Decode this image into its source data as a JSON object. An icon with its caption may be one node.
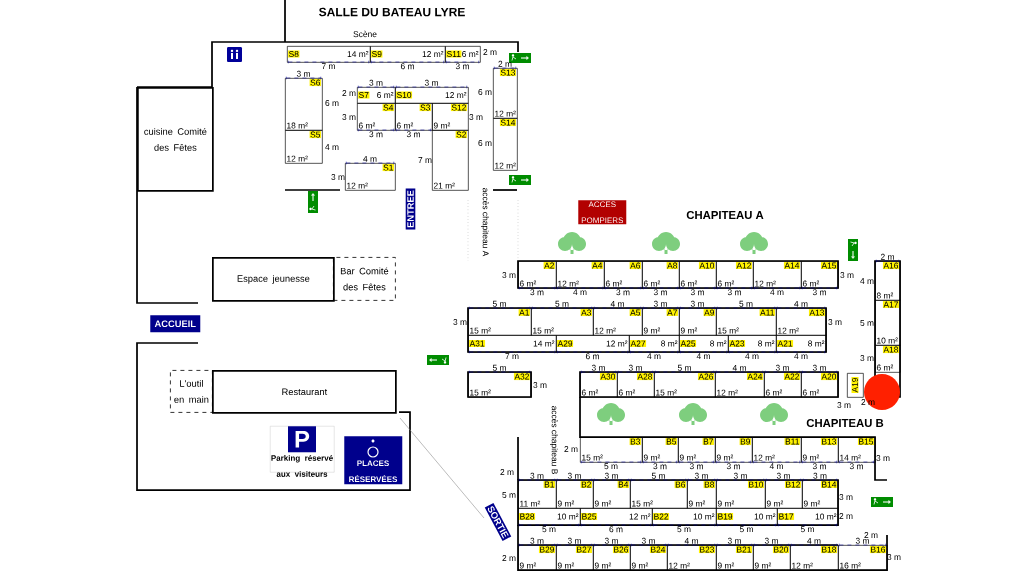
{
  "diagram": {
    "title": "SALLE DU BATEAU LYRE",
    "nodes": [
      {
        "text": [
          "S8",
          "14 m²"
        ],
        "beside": [
          "7 m"
        ]
      },
      {
        "text": [
          "S9",
          "12 m²"
        ],
        "beside": [
          "6 m"
        ]
      },
      {
        "text": [
          "S11",
          "6 m²"
        ],
        "beside": [
          "3 m"
        ]
      },
      {
        "text": [
          "S6",
          "18 m²"
        ],
        "beside": [
          "3 m"
        ]
      },
      {
        "text": [
          "S5",
          "12 m²"
        ]
      },
      {
        "text": [
          "S7",
          "6 m²"
        ],
        "beside": [
          "3 m"
        ]
      },
      {
        "text": [
          "S10",
          "12 m²"
        ],
        "beside": [
          "3 m"
        ]
      },
      {
        "text": [
          "S4",
          "6 m²"
        ],
        "beside": [
          "3 m"
        ]
      },
      {
        "text": [
          "S3",
          "6 m²"
        ],
        "beside": [
          "3 m"
        ]
      },
      {
        "text": [
          "S12",
          "9 m²"
        ]
      },
      {
        "text": [
          "S2",
          "21 m²"
        ]
      },
      {
        "text": [
          "S1",
          "12 m²"
        ],
        "beside": [
          "4 m"
        ]
      },
      {
        "text": [
          "S13",
          "12 m²"
        ],
        "beside": [
          "2 m"
        ]
      },
      {
        "text": [
          "S14",
          "12 m²"
        ]
      },
      {
        "text": [
          "cuisine Comité des Fêtes"
        ]
      },
      {
        "text": [
          "Espace jeunesse"
        ]
      },
      {
        "text": [
          "Bar Comité des Fêtes"
        ]
      },
      {
        "text": [
          "L'outil en main"
        ]
      },
      {
        "text": [
          "Restaurant"
        ]
      },
      {
        "text": [
          "ACCUEIL"
        ]
      },
      {
        "text": [
          "ENTREE"
        ]
      },
      {
        "text": [
          "SORTIE"
        ]
      },
      {
        "text": [
          "ACCES POMPIERS"
        ]
      },
      {
        "text": [
          "P",
          "Parking réservé aux visiteurs"
        ]
      },
      {
        "text": [
          "PLACES RÉSERVÉES"
        ]
      },
      {
        "text": [
          "A2",
          "6 m²"
        ],
        "beside": [
          "3 m"
        ]
      },
      {
        "text": [
          "A4",
          "12 m²"
        ],
        "beside": [
          "4 m"
        ]
      },
      {
        "text": [
          "A6",
          "6 m²"
        ],
        "beside": [
          "3 m"
        ]
      },
      {
        "text": [
          "A8",
          "6 m²"
        ],
        "beside": [
          "3 m"
        ]
      },
      {
        "text": [
          "A10",
          "6 m²"
        ],
        "beside": [
          "3 m"
        ]
      },
      {
        "text": [
          "A12",
          "6 m²"
        ],
        "beside": [
          "3 m"
        ]
      },
      {
        "text": [
          "A14",
          "12 m²"
        ],
        "beside": [
          "4 m"
        ]
      },
      {
        "text": [
          "A15",
          "6 m²"
        ],
        "beside": [
          "3 m"
        ]
      },
      {
        "text": [
          "A1",
          "15 m²"
        ],
        "beside": [
          "5 m"
        ]
      },
      {
        "text": [
          "A3",
          "15 m²"
        ],
        "beside": [
          "5 m"
        ]
      },
      {
        "text": [
          "A5",
          "12 m²"
        ],
        "beside": [
          "4 m"
        ]
      },
      {
        "text": [
          "A7",
          "9 m²"
        ],
        "beside": [
          "3 m"
        ]
      },
      {
        "text": [
          "A9",
          "9 m²"
        ],
        "beside": [
          "3 m"
        ]
      },
      {
        "text": [
          "A11",
          "15 m²"
        ],
        "beside": [
          "5 m"
        ]
      },
      {
        "text": [
          "A13",
          "12 m²"
        ],
        "beside": [
          "4 m"
        ]
      },
      {
        "text": [
          "A31",
          "14 m²"
        ],
        "beside": [
          "7 m"
        ]
      },
      {
        "text": [
          "A29",
          "12 m²"
        ],
        "beside": [
          "6 m"
        ]
      },
      {
        "text": [
          "A27",
          "8 m²"
        ],
        "beside": [
          "4 m"
        ]
      },
      {
        "text": [
          "A25",
          "8 m²"
        ],
        "beside": [
          "4 m"
        ]
      },
      {
        "text": [
          "A23",
          "8 m²"
        ],
        "beside": [
          "4 m"
        ]
      },
      {
        "text": [
          "A21",
          "8 m²"
        ],
        "beside": [
          "4 m"
        ]
      },
      {
        "text": [
          "A32",
          "15 m²"
        ],
        "beside": [
          "5 m"
        ]
      },
      {
        "text": [
          "A30",
          "6 m²"
        ],
        "beside": [
          "3 m"
        ]
      },
      {
        "text": [
          "A28",
          "6 m²"
        ],
        "beside": [
          "3 m"
        ]
      },
      {
        "text": [
          "A26",
          "15 m²"
        ],
        "beside": [
          "5 m"
        ]
      },
      {
        "text": [
          "A24",
          "12 m²"
        ],
        "beside": [
          "4 m"
        ]
      },
      {
        "text": [
          "A22",
          "6 m²"
        ],
        "beside": [
          "3 m"
        ]
      },
      {
        "text": [
          "A20",
          "6 m²"
        ],
        "beside": [
          "3 m"
        ]
      },
      {
        "text": [
          "A16",
          "8 m²"
        ],
        "beside": [
          "2 m"
        ]
      },
      {
        "text": [
          "A17",
          "10 m²"
        ]
      },
      {
        "text": [
          "A18",
          "6 m²"
        ]
      },
      {
        "text": [
          "A19"
        ]
      },
      {
        "text": [],
        "shape": "circle"
      },
      {
        "text": [
          "B3",
          "15 m²"
        ],
        "beside": [
          "5 m"
        ]
      },
      {
        "text": [
          "B5",
          "9 m²"
        ],
        "beside": [
          "3 m"
        ]
      },
      {
        "text": [
          "B7",
          "9 m²"
        ],
        "beside": [
          "3 m"
        ]
      },
      {
        "text": [
          "B9",
          "9 m²"
        ],
        "beside": [
          "3 m"
        ]
      },
      {
        "text": [
          "B11",
          "12 m²"
        ],
        "beside": [
          "4 m"
        ]
      },
      {
        "text": [
          "B13",
          "9 m²"
        ],
        "beside": [
          "3 m"
        ]
      },
      {
        "text": [
          "B15",
          "14 m²"
        ],
        "beside": [
          "3 m"
        ]
      },
      {
        "text": [
          "B1",
          "11 m²"
        ],
        "beside": [
          "3 m"
        ]
      },
      {
        "text": [
          "B2",
          "9 m²"
        ],
        "beside": [
          "3 m"
        ]
      },
      {
        "text": [
          "B4",
          "9 m²"
        ],
        "beside": [
          "3 m"
        ]
      },
      {
        "text": [
          "B6",
          "15 m²"
        ],
        "beside": [
          "5 m"
        ]
      },
      {
        "text": [
          "B8",
          "9 m²"
        ],
        "beside": [
          "3 m"
        ]
      },
      {
        "text": [
          "B10",
          "9 m²"
        ],
        "beside": [
          "3 m"
        ]
      },
      {
        "text": [
          "B12",
          "9 m²"
        ],
        "beside": [
          "3 m"
        ]
      },
      {
        "text": [
          "B14",
          "9 m²"
        ],
        "beside": [
          "3 m"
        ]
      },
      {
        "text": [
          "B28",
          "10 m²"
        ],
        "beside": [
          "5 m"
        ]
      },
      {
        "text": [
          "B25",
          "12 m²"
        ],
        "beside": [
          "6 m"
        ]
      },
      {
        "text": [
          "B22",
          "10 m²"
        ],
        "beside": [
          "5 m"
        ]
      },
      {
        "text": [
          "B19",
          "10 m²"
        ],
        "beside": [
          "5 m"
        ]
      },
      {
        "text": [
          "B17",
          "10 m²"
        ],
        "beside": [
          "5 m"
        ]
      },
      {
        "text": [
          "B29",
          "9 m²"
        ],
        "beside": [
          "3 m"
        ]
      },
      {
        "text": [
          "B27",
          "9 m²"
        ],
        "beside": [
          "3 m"
        ]
      },
      {
        "text": [
          "B26",
          "9 m²"
        ],
        "beside": [
          "3 m"
        ]
      },
      {
        "text": [
          "B24",
          "9 m²"
        ],
        "beside": [
          "3 m"
        ]
      },
      {
        "text": [
          "B23",
          "12 m²"
        ],
        "beside": [
          "4 m"
        ]
      },
      {
        "text": [
          "B21",
          "9 m²"
        ],
        "beside": [
          "3 m"
        ]
      },
      {
        "text": [
          "B20",
          "9 m²"
        ],
        "beside": [
          "3 m"
        ]
      },
      {
        "text": [
          "B18",
          "12 m²"
        ],
        "beside": [
          "4 m"
        ]
      },
      {
        "text": [
          "B16",
          "16 m²"
        ],
        "beside": [
          "3 m"
        ]
      }
    ],
    "labels": [
      "Scène",
      "CHAPITEAU A",
      "CHAPITEAU B",
      "accès chapiteau A",
      "accès chapiteau B",
      "2 m",
      "6 m",
      "4 m",
      "2 m",
      "3 m",
      "3 m",
      "3 m",
      "6 m",
      "6 m",
      "7 m",
      "3 m",
      "3 m",
      "3 m",
      "3 m",
      "3 m",
      "3 m",
      "4 m",
      "5 m",
      "3 m",
      "2 m",
      "2 m",
      "3 m",
      "2 m",
      "5 m",
      "3 m",
      "2 m",
      "2 m",
      "2 m",
      "3 m"
    ]
  }
}
